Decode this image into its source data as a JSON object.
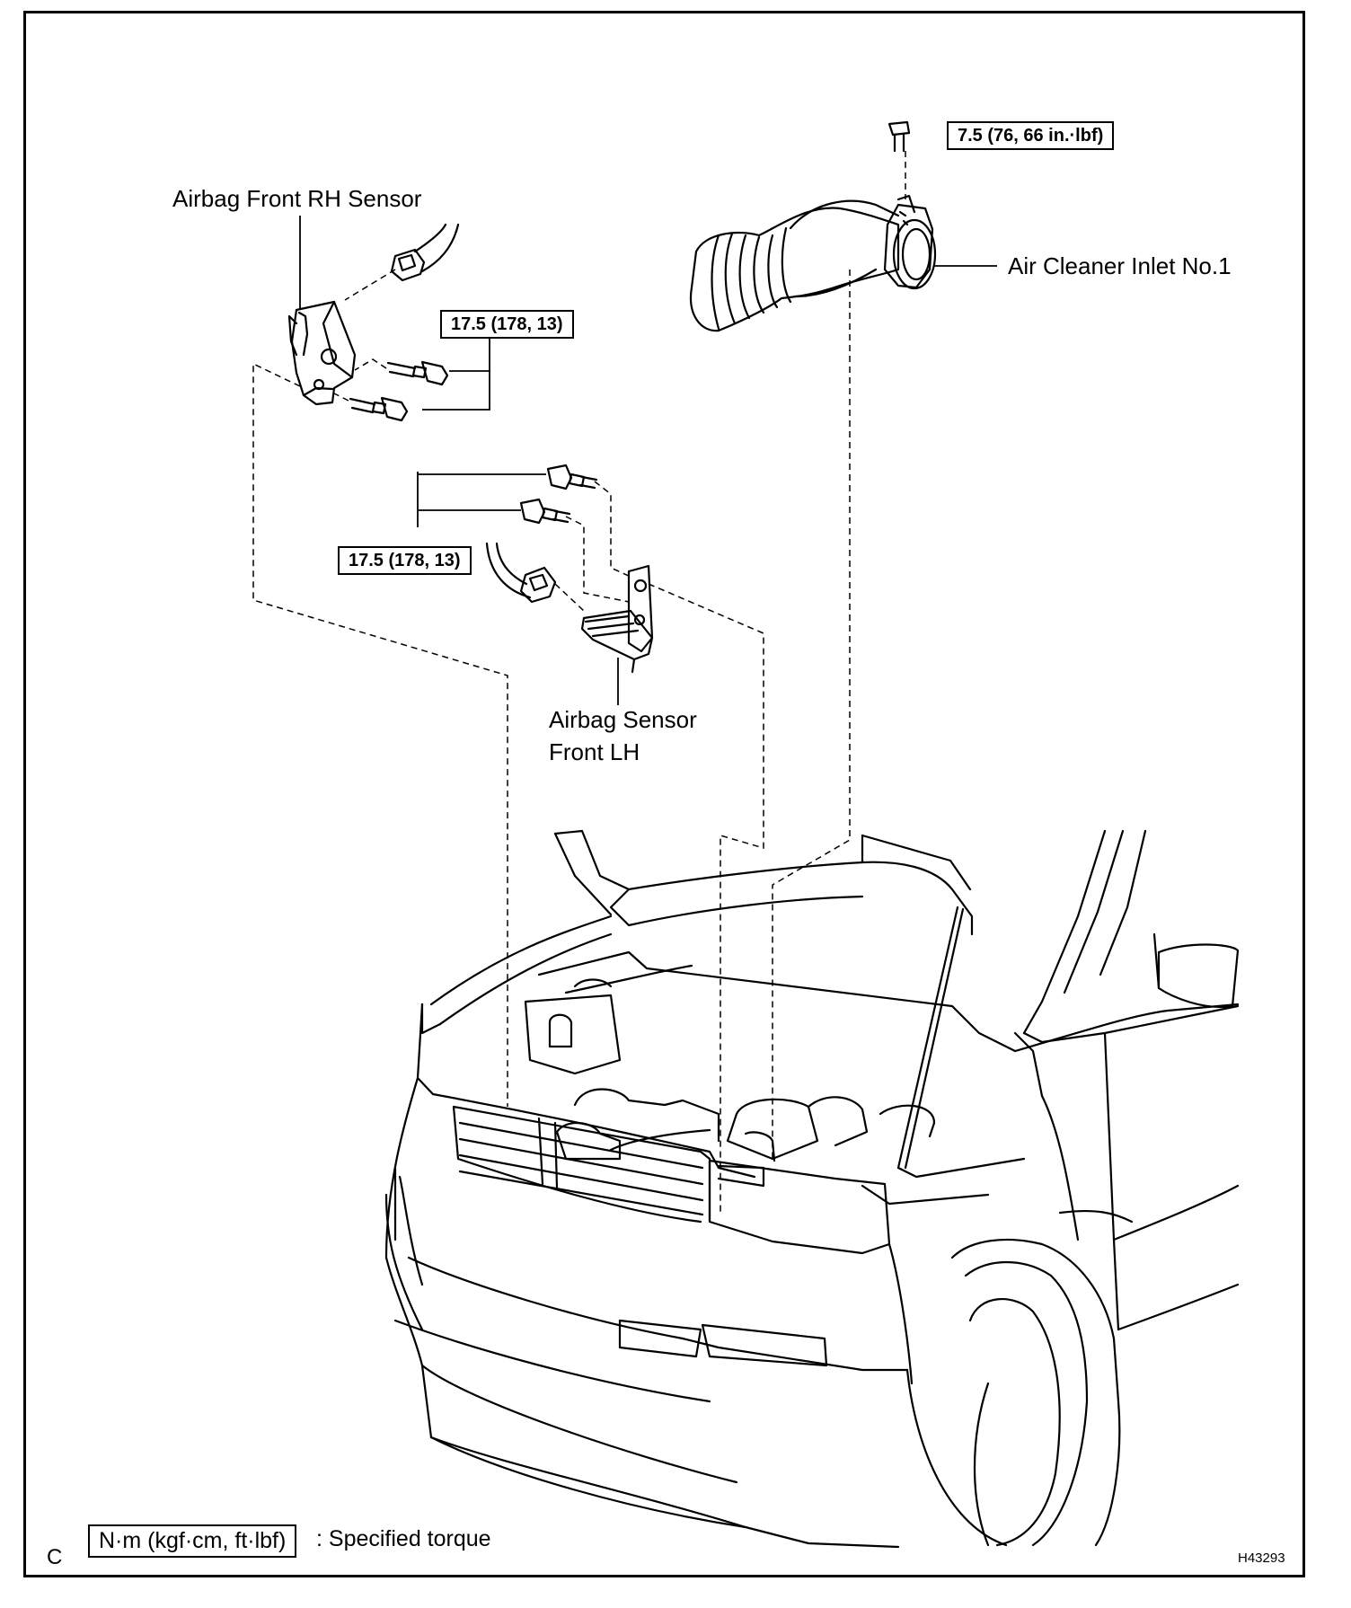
{
  "labels": {
    "rh_sensor": "Airbag Front RH Sensor",
    "lh_sensor_line1": "Airbag Sensor",
    "lh_sensor_line2": "Front LH",
    "air_cleaner": "Air Cleaner Inlet No.1"
  },
  "torques": {
    "rh_bolts": "17.5 (178, 13)",
    "lh_bolts": "17.5 (178, 13)",
    "air_cleaner_bolt": "7.5 (76, 66 in.·lbf)"
  },
  "legend": {
    "unit_box": "N·m (kgf·cm, ft·lbf)",
    "text": ": Specified torque"
  },
  "corner_letter": "C",
  "figure_code": "H43293"
}
